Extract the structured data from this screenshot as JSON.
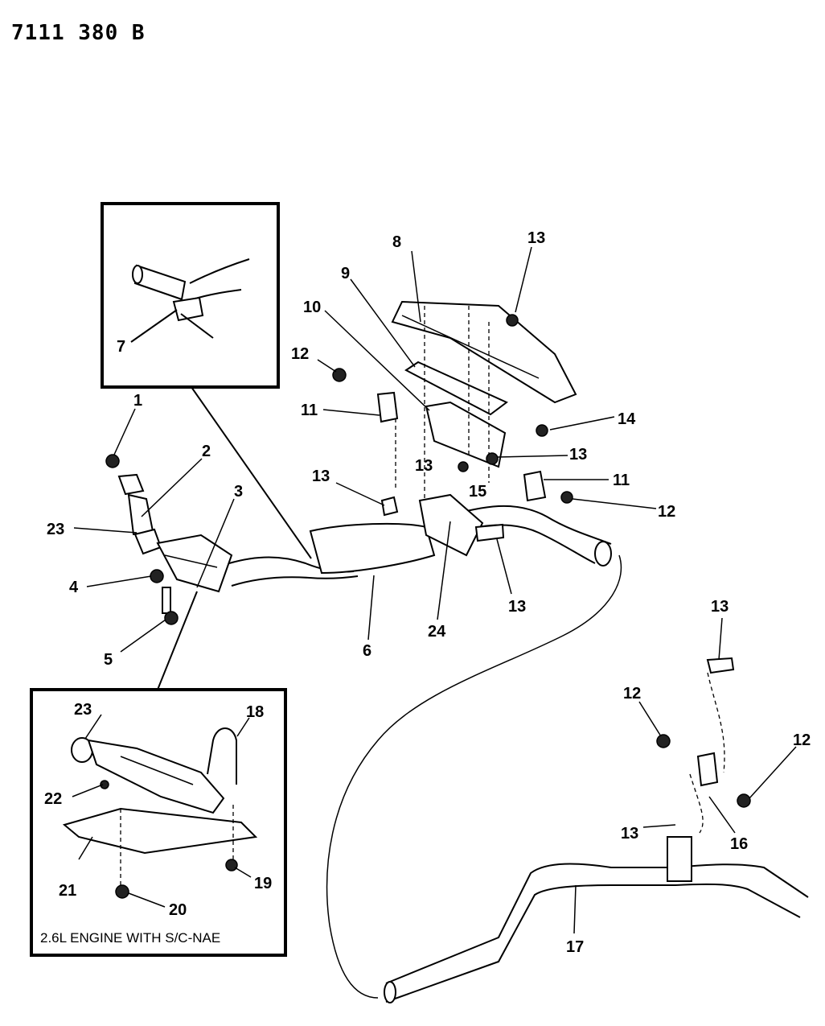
{
  "drawing_number": "7111 380 B",
  "inset_caption": "2.6L ENGINE WITH S/C-NAE",
  "callouts": {
    "c1": "1",
    "c2": "2",
    "c3": "3",
    "c4": "4",
    "c5": "5",
    "c6": "6",
    "c7": "7",
    "c8": "8",
    "c9": "9",
    "c10": "10",
    "c11a": "11",
    "c11b": "11",
    "c12a": "12",
    "c12b": "12",
    "c12c": "12",
    "c12d": "12",
    "c13a": "13",
    "c13b": "13",
    "c13c": "13",
    "c13d": "13",
    "c13e": "13",
    "c13f": "13",
    "c13g": "13",
    "c14": "14",
    "c15": "15",
    "c16": "16",
    "c17": "17",
    "c18": "18",
    "c19": "19",
    "c20": "20",
    "c21": "21",
    "c22": "22",
    "c23a": "23",
    "c23b": "23",
    "c24": "24"
  }
}
